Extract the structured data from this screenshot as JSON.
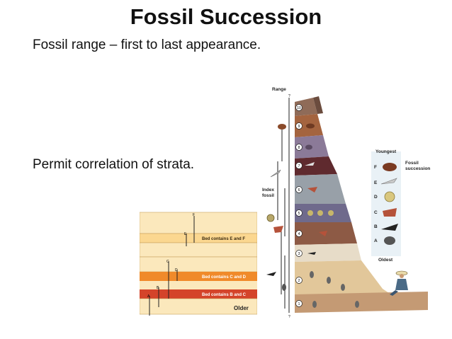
{
  "slide": {
    "title": "Fossil Succession",
    "bullets": [
      "Fossil range – first to last appearance.",
      "Permit correlation of strata."
    ]
  },
  "bed_diagram": {
    "letters": [
      "A",
      "B",
      "C",
      "D",
      "E",
      "F"
    ],
    "bed_labels": {
      "ef": "Bed contains E and F",
      "cd": "Bed contains C and D",
      "bc": "Bed contains B and C",
      "older": "Older"
    }
  },
  "column_diagram": {
    "range_label": "Range",
    "question_mark": "?",
    "index_fossil_label": [
      "Index",
      "fossil"
    ],
    "layer_numbers": [
      "1",
      "2",
      "3",
      "4",
      "5",
      "6",
      "7",
      "8",
      "9",
      "10"
    ]
  },
  "succession_legend": {
    "youngest": "Youngest",
    "oldest": "Oldest",
    "title": [
      "Fossil",
      "succession"
    ],
    "letters": [
      "F",
      "E",
      "D",
      "C",
      "B",
      "A"
    ]
  },
  "colors": {
    "bed_cream": "#fbe8bc",
    "bed_orange": "#f08a2a",
    "bed_red": "#d4442a",
    "sand": "#e2c79a",
    "brown_rock": "#8d5a45",
    "purple_rock": "#8b7a98",
    "grey_rock": "#98a0a8"
  }
}
